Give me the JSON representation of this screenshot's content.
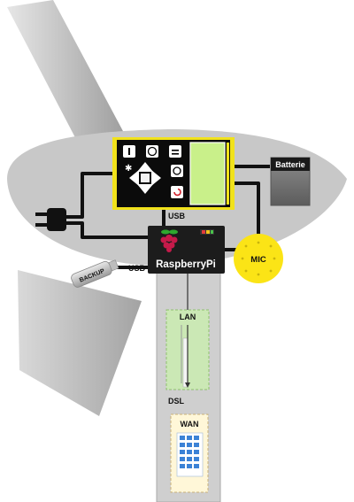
{
  "labels": {
    "batterie": "Batterie",
    "usb_top": "USB",
    "usb_left": "USB",
    "backup": "BACKUP",
    "mic": "MIC",
    "raspberry": "RaspberryPi",
    "lan": "LAN",
    "dsl": "DSL",
    "wan": "WAN"
  },
  "colors": {
    "turbine_gray": "#c9c9c9",
    "display_yellow": "#f1e21b",
    "screen_green": "#c9f08a",
    "mic_yellow": "#fbe416",
    "lan_green": "#cbe8b5",
    "wan_cream": "#fff7d8",
    "wan_blue": "#3b82d6"
  }
}
